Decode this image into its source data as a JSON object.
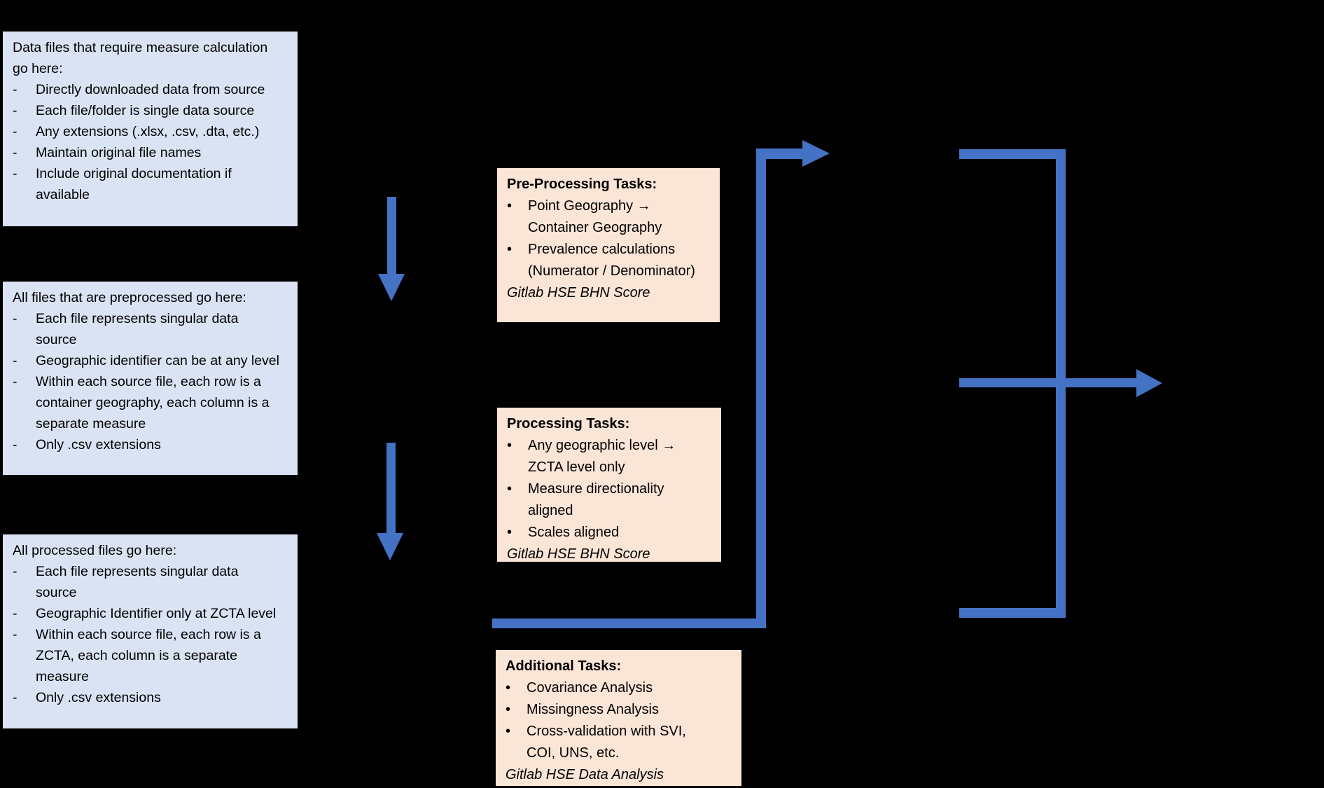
{
  "colors": {
    "background": "#000000",
    "blue_box_bg": "#DAE3F3",
    "orange_box_bg": "#FBE5D6",
    "arrow_blue": "#4472C4",
    "text": "#000000"
  },
  "markers": {
    "dash": "-",
    "dot": "•"
  },
  "blue_boxes": [
    {
      "intro": "Data files that require measure calculation go here:",
      "bullets": [
        "Directly downloaded data from source",
        "Each file/folder is single data source",
        "Any extensions (.xlsx, .csv, .dta, etc.)",
        "Maintain original file names",
        "Include original documentation if available"
      ]
    },
    {
      "intro": "All files that are preprocessed go here:",
      "bullets": [
        "Each file represents singular data source",
        "Geographic identifier can be at any level",
        "Within each source file, each row is a container geography, each column is a separate measure",
        "Only .csv extensions"
      ]
    },
    {
      "intro": "All processed files go here:",
      "bullets": [
        "Each file represents singular data source",
        "Geographic Identifier only at ZCTA level",
        "Within each source file, each row is a ZCTA, each column is a separate measure",
        "Only .csv extensions"
      ]
    }
  ],
  "task_boxes": [
    {
      "title": "Pre-Processing Tasks:",
      "bullets": [
        "Point Geography → Container Geography",
        "Prevalence calculations (Numerator / Denominator)"
      ],
      "footer": "Gitlab HSE BHN Score"
    },
    {
      "title": "Processing Tasks:",
      "bullets": [
        "Any geographic level → ZCTA level only",
        "Measure directionality aligned",
        "Scales aligned"
      ],
      "footer": "Gitlab HSE BHN Score"
    },
    {
      "title": "Additional Tasks:",
      "bullets": [
        "Covariance Analysis",
        "Missingness Analysis",
        "Cross-validation with SVI, COI, UNS, etc.",
        "Gitlab HSE Data Analysis"
      ],
      "footer": "Gitlab HSE Data Analysis"
    }
  ],
  "arrows": [
    {
      "name": "down-arrow-1",
      "type": "down-arrow"
    },
    {
      "name": "down-arrow-2",
      "type": "down-arrow"
    },
    {
      "name": "elbow-return-arrow",
      "type": "left-bottom-up-right-arrow"
    },
    {
      "name": "right-bracket-connector",
      "type": "bracket"
    },
    {
      "name": "output-right-arrow",
      "type": "right-arrow"
    }
  ]
}
